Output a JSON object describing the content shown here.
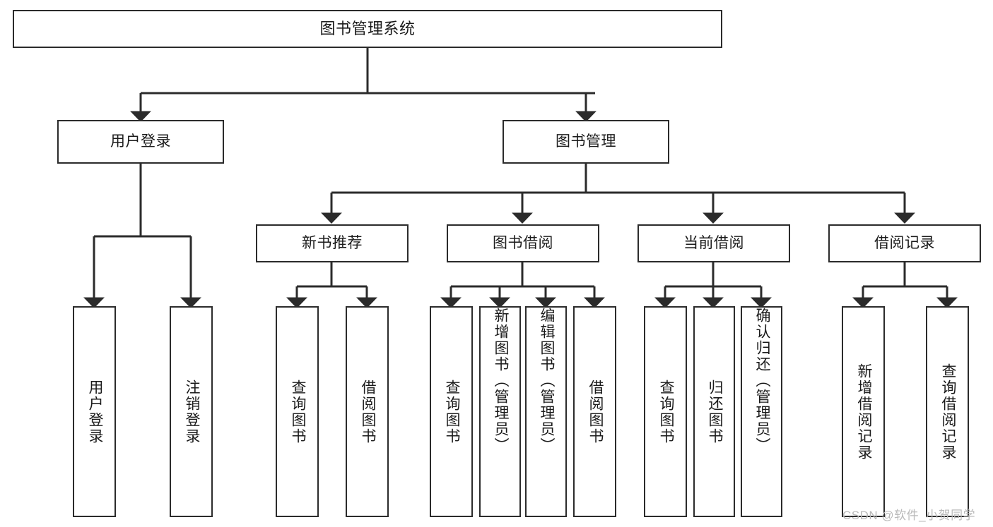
{
  "diagram": {
    "type": "tree-hierarchy",
    "title": "图书管理系统",
    "style": {
      "box_border_color": "#2b2b2b",
      "box_fill_color": "#ffffff",
      "connector_color": "#2b2b2b",
      "text_color": "#1a1a1a",
      "background": "#ffffff"
    },
    "levels": {
      "root": {
        "label": "图书管理系统"
      },
      "level2": [
        {
          "label": "用户登录"
        },
        {
          "label": "图书管理"
        }
      ],
      "level3": [
        {
          "label": "新书推荐"
        },
        {
          "label": "图书借阅"
        },
        {
          "label": "当前借阅"
        },
        {
          "label": "借阅记录"
        }
      ],
      "leaves": {
        "user_login": [
          {
            "label": "用户登录"
          },
          {
            "label": "注销登录"
          }
        ],
        "new_book_recommend": [
          {
            "label": "查询图书"
          },
          {
            "label": "借阅图书"
          }
        ],
        "book_borrow": [
          {
            "label": "查询图书"
          },
          {
            "label": "新增图书（管理员）"
          },
          {
            "label": "编辑图书（管理员）"
          },
          {
            "label": "借阅图书"
          }
        ],
        "current_borrow": [
          {
            "label": "查询图书"
          },
          {
            "label": "归还图书"
          },
          {
            "label": "确认归还（管理员）"
          }
        ],
        "borrow_record": [
          {
            "label": "新增借阅记录"
          },
          {
            "label": "查询借阅记录"
          }
        ]
      }
    }
  },
  "watermark": {
    "text": "CSDN @软件_小贺同学"
  }
}
